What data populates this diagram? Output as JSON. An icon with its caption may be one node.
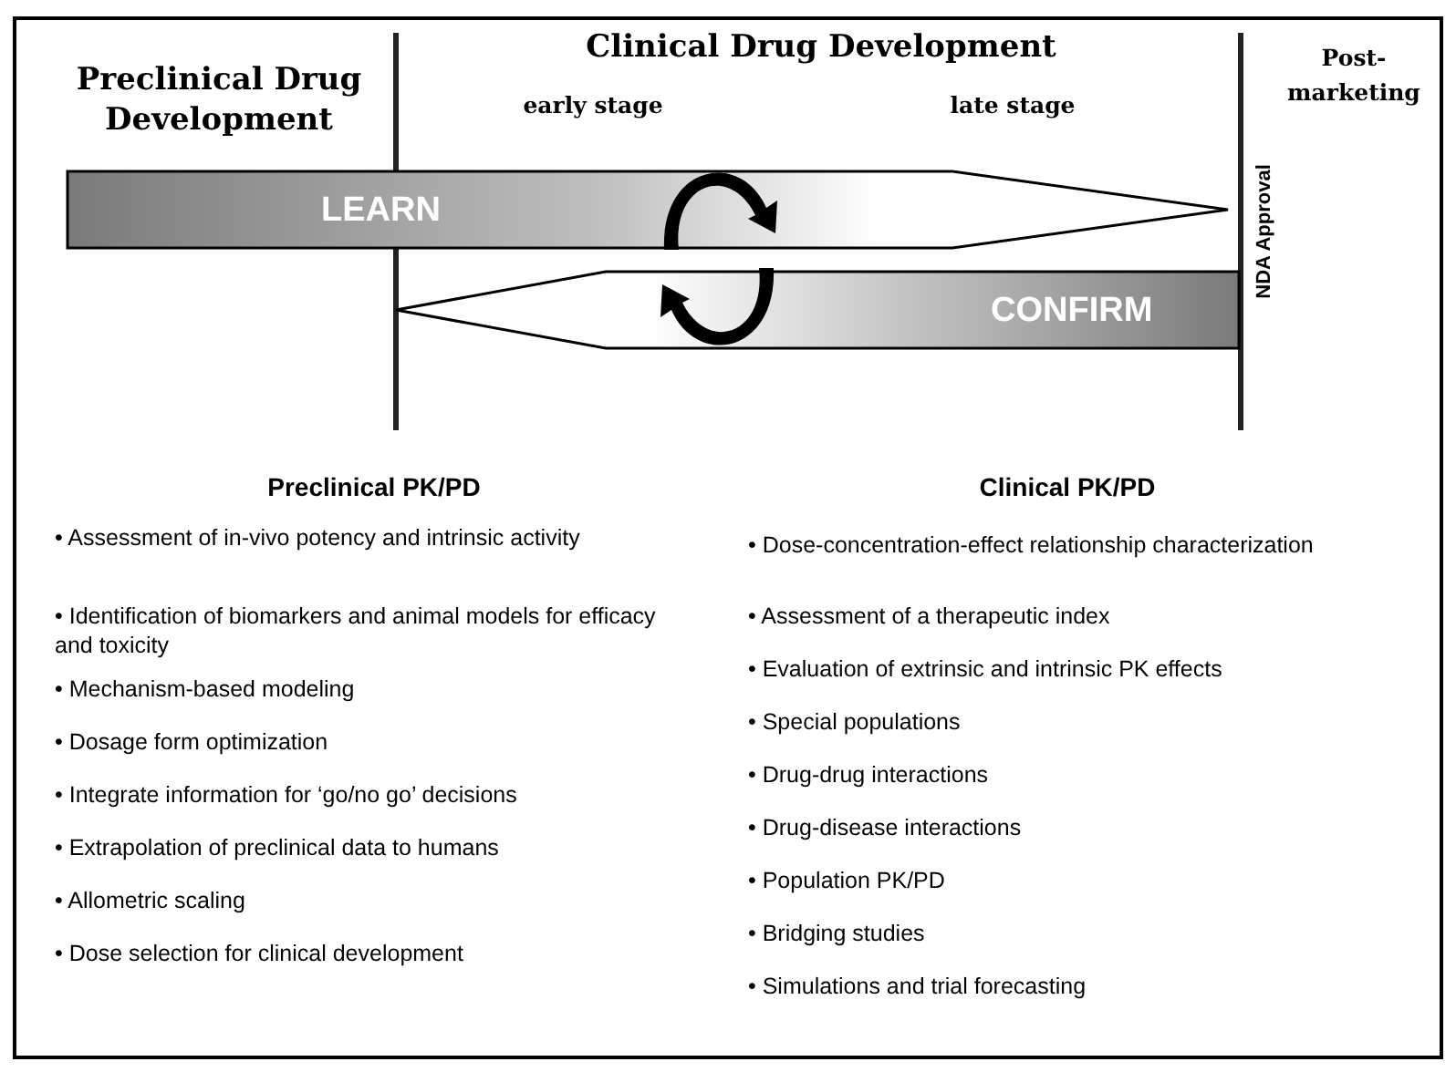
{
  "diagram": {
    "nodes": [
      {
        "text": [
          "LEARN"
        ]
      },
      {
        "text": [
          "CONFIRM"
        ]
      }
    ],
    "labels": [
      "Preclinical Drug Development",
      "Clinical Drug Development",
      "Post-marketing",
      "early stage",
      "late stage",
      "NDA Approval",
      "Preclinical PK/PD",
      "Clinical PK/PD",
      "• Assessment of in-vivo potency and intrinsic activity",
      "• Identification of biomarkers and animal models for efficacy and toxicity",
      "• Mechanism-based modeling",
      "• Dosage form optimization",
      "• Integrate information for ‘go/no go’ decisions",
      "• Extrapolation of preclinical data to humans",
      "• Allometric scaling",
      "• Dose selection for clinical development",
      "• Dose-concentration-effect relationship characterization",
      "• Assessment of a therapeutic index",
      "• Evaluation of extrinsic and intrinsic PK effects",
      "• Special populations",
      "• Drug-drug interactions",
      "• Drug-disease interactions",
      "• Population PK/PD",
      "• Bridging studies",
      "• Simulations and trial forecasting"
    ]
  }
}
